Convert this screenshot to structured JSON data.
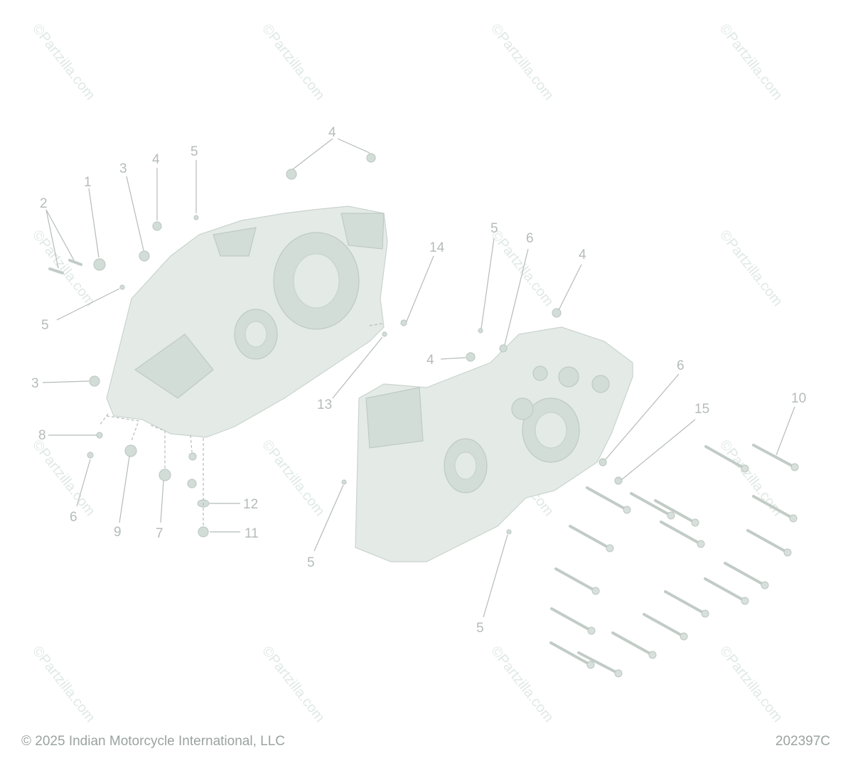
{
  "watermark": "©Partzilla.com",
  "footer": {
    "copyright": "© 2025 Indian Motorcycle International, LLC",
    "drawing_number": "202397C"
  },
  "callouts": {
    "c1": "1",
    "c2": "2",
    "c3a": "3",
    "c4a": "4",
    "c5a": "5",
    "c4top": "4",
    "c5left": "5",
    "c3left": "3",
    "c8": "8",
    "c6left": "6",
    "c9": "9",
    "c7": "7",
    "c12": "12",
    "c11": "11",
    "c13": "13",
    "c14": "14",
    "c5mid": "5",
    "c6mid": "6",
    "c4right": "4",
    "c4center": "4",
    "c6right": "6",
    "c15": "15",
    "c10": "10",
    "c5bottom": "5",
    "c5lower": "5"
  }
}
